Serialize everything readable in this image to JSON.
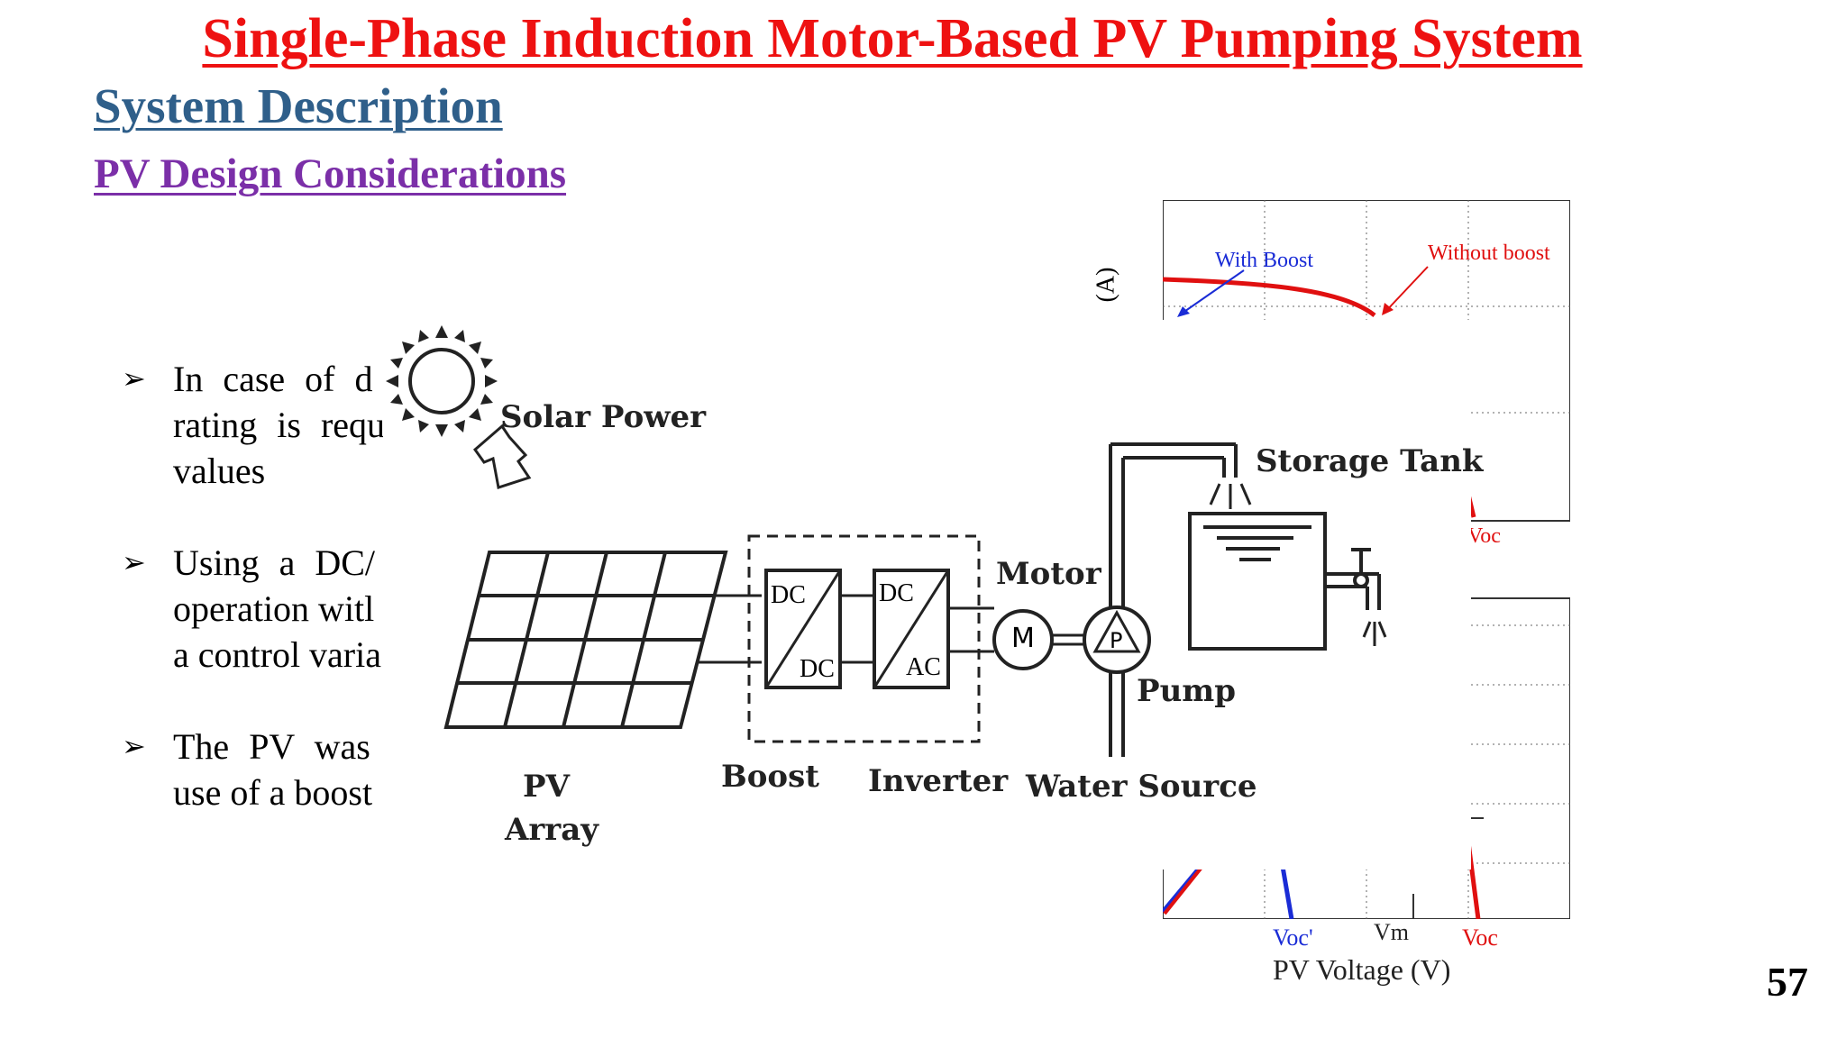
{
  "slide": {
    "title": "Single-Phase Induction Motor-Based PV Pumping System",
    "subtitle": "System Description",
    "section": "PV Design Considerations",
    "number": "57"
  },
  "bullets": [
    {
      "lines": [
        "In case of d",
        "rating is requ",
        "values"
      ]
    },
    {
      "lines": [
        "Using a DC/",
        "operation witl",
        "a control varia"
      ]
    },
    {
      "lines": [
        "The PV was",
        "use of a boost"
      ]
    }
  ],
  "diagram": {
    "labels": {
      "solar_power": "Solar Power",
      "storage_tank": "Storage Tank",
      "motor": "Motor",
      "pump": "Pump",
      "water_source": "Water Source",
      "boost": "Boost",
      "inverter": "Inverter",
      "pv": "PV",
      "array": "Array",
      "dc_top_1": "DC",
      "dc_bottom_1": "DC",
      "dc_top_2": "DC",
      "ac_bottom_2": "AC",
      "motor_symbol": "M",
      "pump_symbol": "P"
    }
  },
  "plot": {
    "y_label": "(A)",
    "with_boost": "With Boost",
    "without_boost": "Without boost",
    "voc_top": "Voc",
    "voc_prime": "Voc'",
    "vm": "Vm",
    "voc": "Voc",
    "x_label": "PV Voltage (V)",
    "colors": {
      "with_boost": "#1a2cd6",
      "without_boost": "#e01010"
    }
  }
}
